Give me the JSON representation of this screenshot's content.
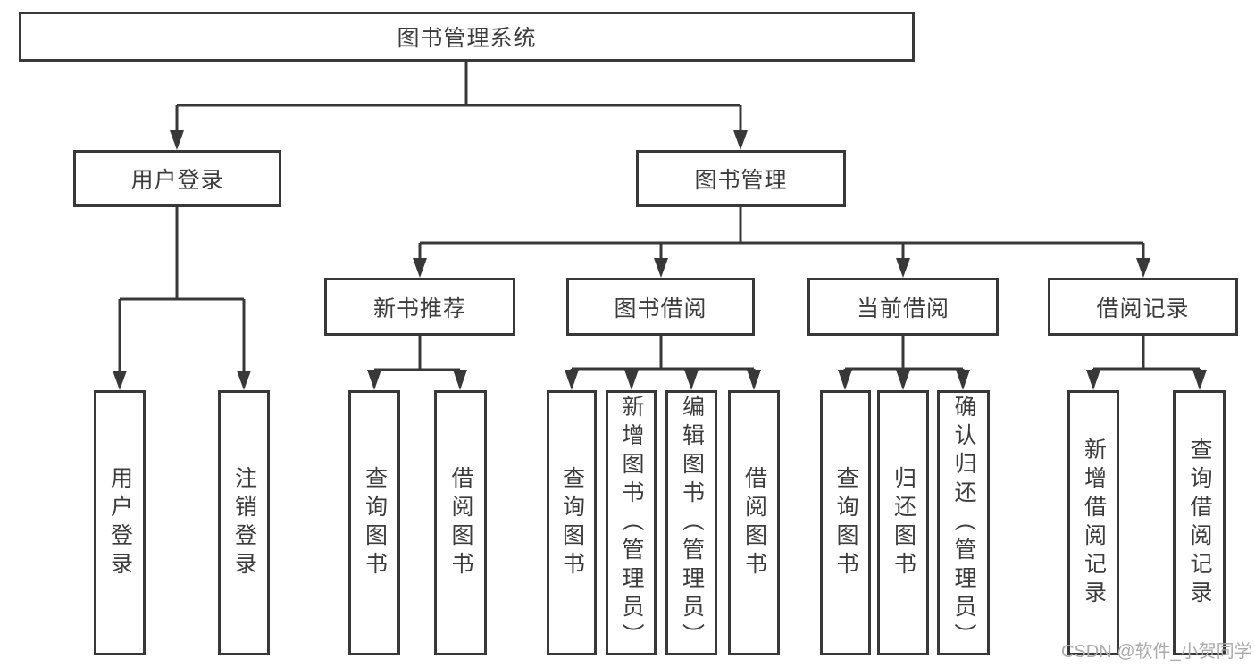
{
  "tree": {
    "label": "图书管理系统",
    "children": [
      {
        "label": "用户登录",
        "children": [
          {
            "label": "用户登录"
          },
          {
            "label": "注销登录"
          }
        ]
      },
      {
        "label": "图书管理",
        "children": [
          {
            "label": "新书推荐",
            "children": [
              {
                "label": "查询图书"
              },
              {
                "label": "借阅图书"
              }
            ]
          },
          {
            "label": "图书借阅",
            "children": [
              {
                "label": "查询图书"
              },
              {
                "label": "新增图书（管理员）"
              },
              {
                "label": "编辑图书（管理员）"
              },
              {
                "label": "借阅图书"
              }
            ]
          },
          {
            "label": "当前借阅",
            "children": [
              {
                "label": "查询图书"
              },
              {
                "label": "归还图书"
              },
              {
                "label": "确认归还（管理员）"
              }
            ]
          },
          {
            "label": "借阅记录",
            "children": [
              {
                "label": "新增借阅记录"
              },
              {
                "label": "查询借阅记录"
              }
            ]
          }
        ]
      }
    ]
  },
  "watermark": "CSDN @软件_小贺同学",
  "colors": {
    "line": "#383838",
    "text": "#3c3c3c",
    "watermark": "#aaaaaa",
    "background": "#ffffff"
  }
}
